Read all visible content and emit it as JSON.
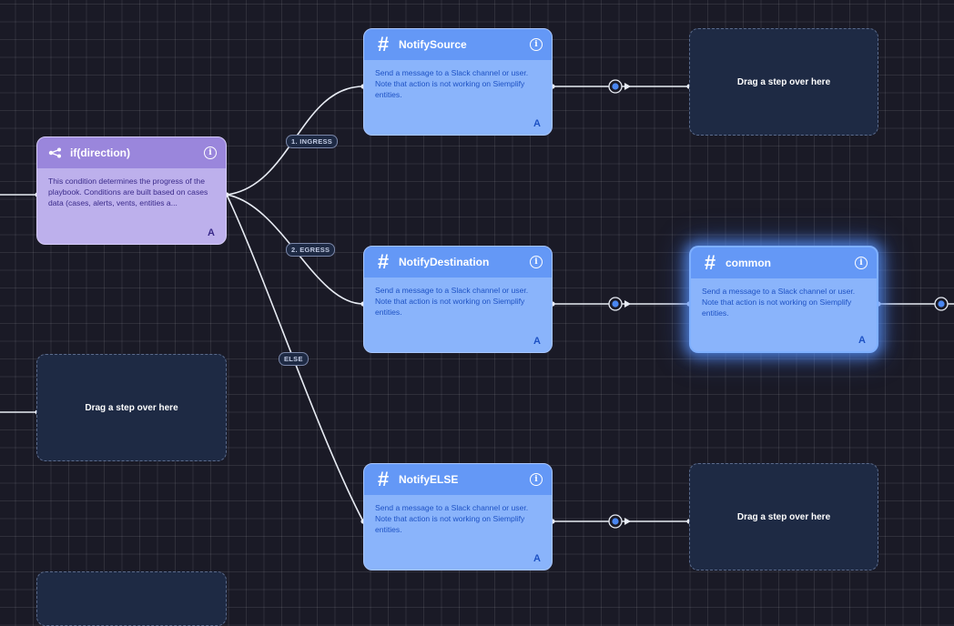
{
  "condition_node": {
    "title": "if(direction)",
    "icon": "branch-icon",
    "description": "This condition determines the progress of the playbook. Conditions are built based on cases data (cases, alerts, vents, entities a...",
    "badge": "A"
  },
  "branch_labels": {
    "ingress": "1. INGRESS",
    "egress": "2. EGRESS",
    "else": "ELSE"
  },
  "action_nodes": {
    "notify_source": {
      "title": "NotifySource",
      "description": "Send a message to a Slack channel or user. Note that action is not working on Siemplify entities.",
      "badge": "A",
      "icon": "hash-icon"
    },
    "notify_destination": {
      "title": "NotifyDestination",
      "description": "Send a message to a Slack channel or user. Note that action is not working on Siemplify entities.",
      "badge": "A",
      "icon": "hash-icon"
    },
    "notify_else": {
      "title": "NotifyELSE",
      "description": "Send a message to a Slack channel or user. Note that action is not working on Siemplify entities.",
      "badge": "A",
      "icon": "hash-icon"
    },
    "common": {
      "title": "common",
      "description": "Send a message to a Slack channel or user. Note that action is not working on Siemplify entities.",
      "badge": "A",
      "icon": "hash-icon"
    }
  },
  "placeholders": {
    "drop_label": "Drag a step over here"
  },
  "colors": {
    "canvas_bg": "#1a1a26",
    "action_node": "#8ab4fb",
    "action_header": "#6498f6",
    "condition_node": "#bdb0ec",
    "condition_header": "#9a86dc",
    "placeholder_bg": "#1e2a44",
    "selected_glow": "#5a96ff"
  }
}
